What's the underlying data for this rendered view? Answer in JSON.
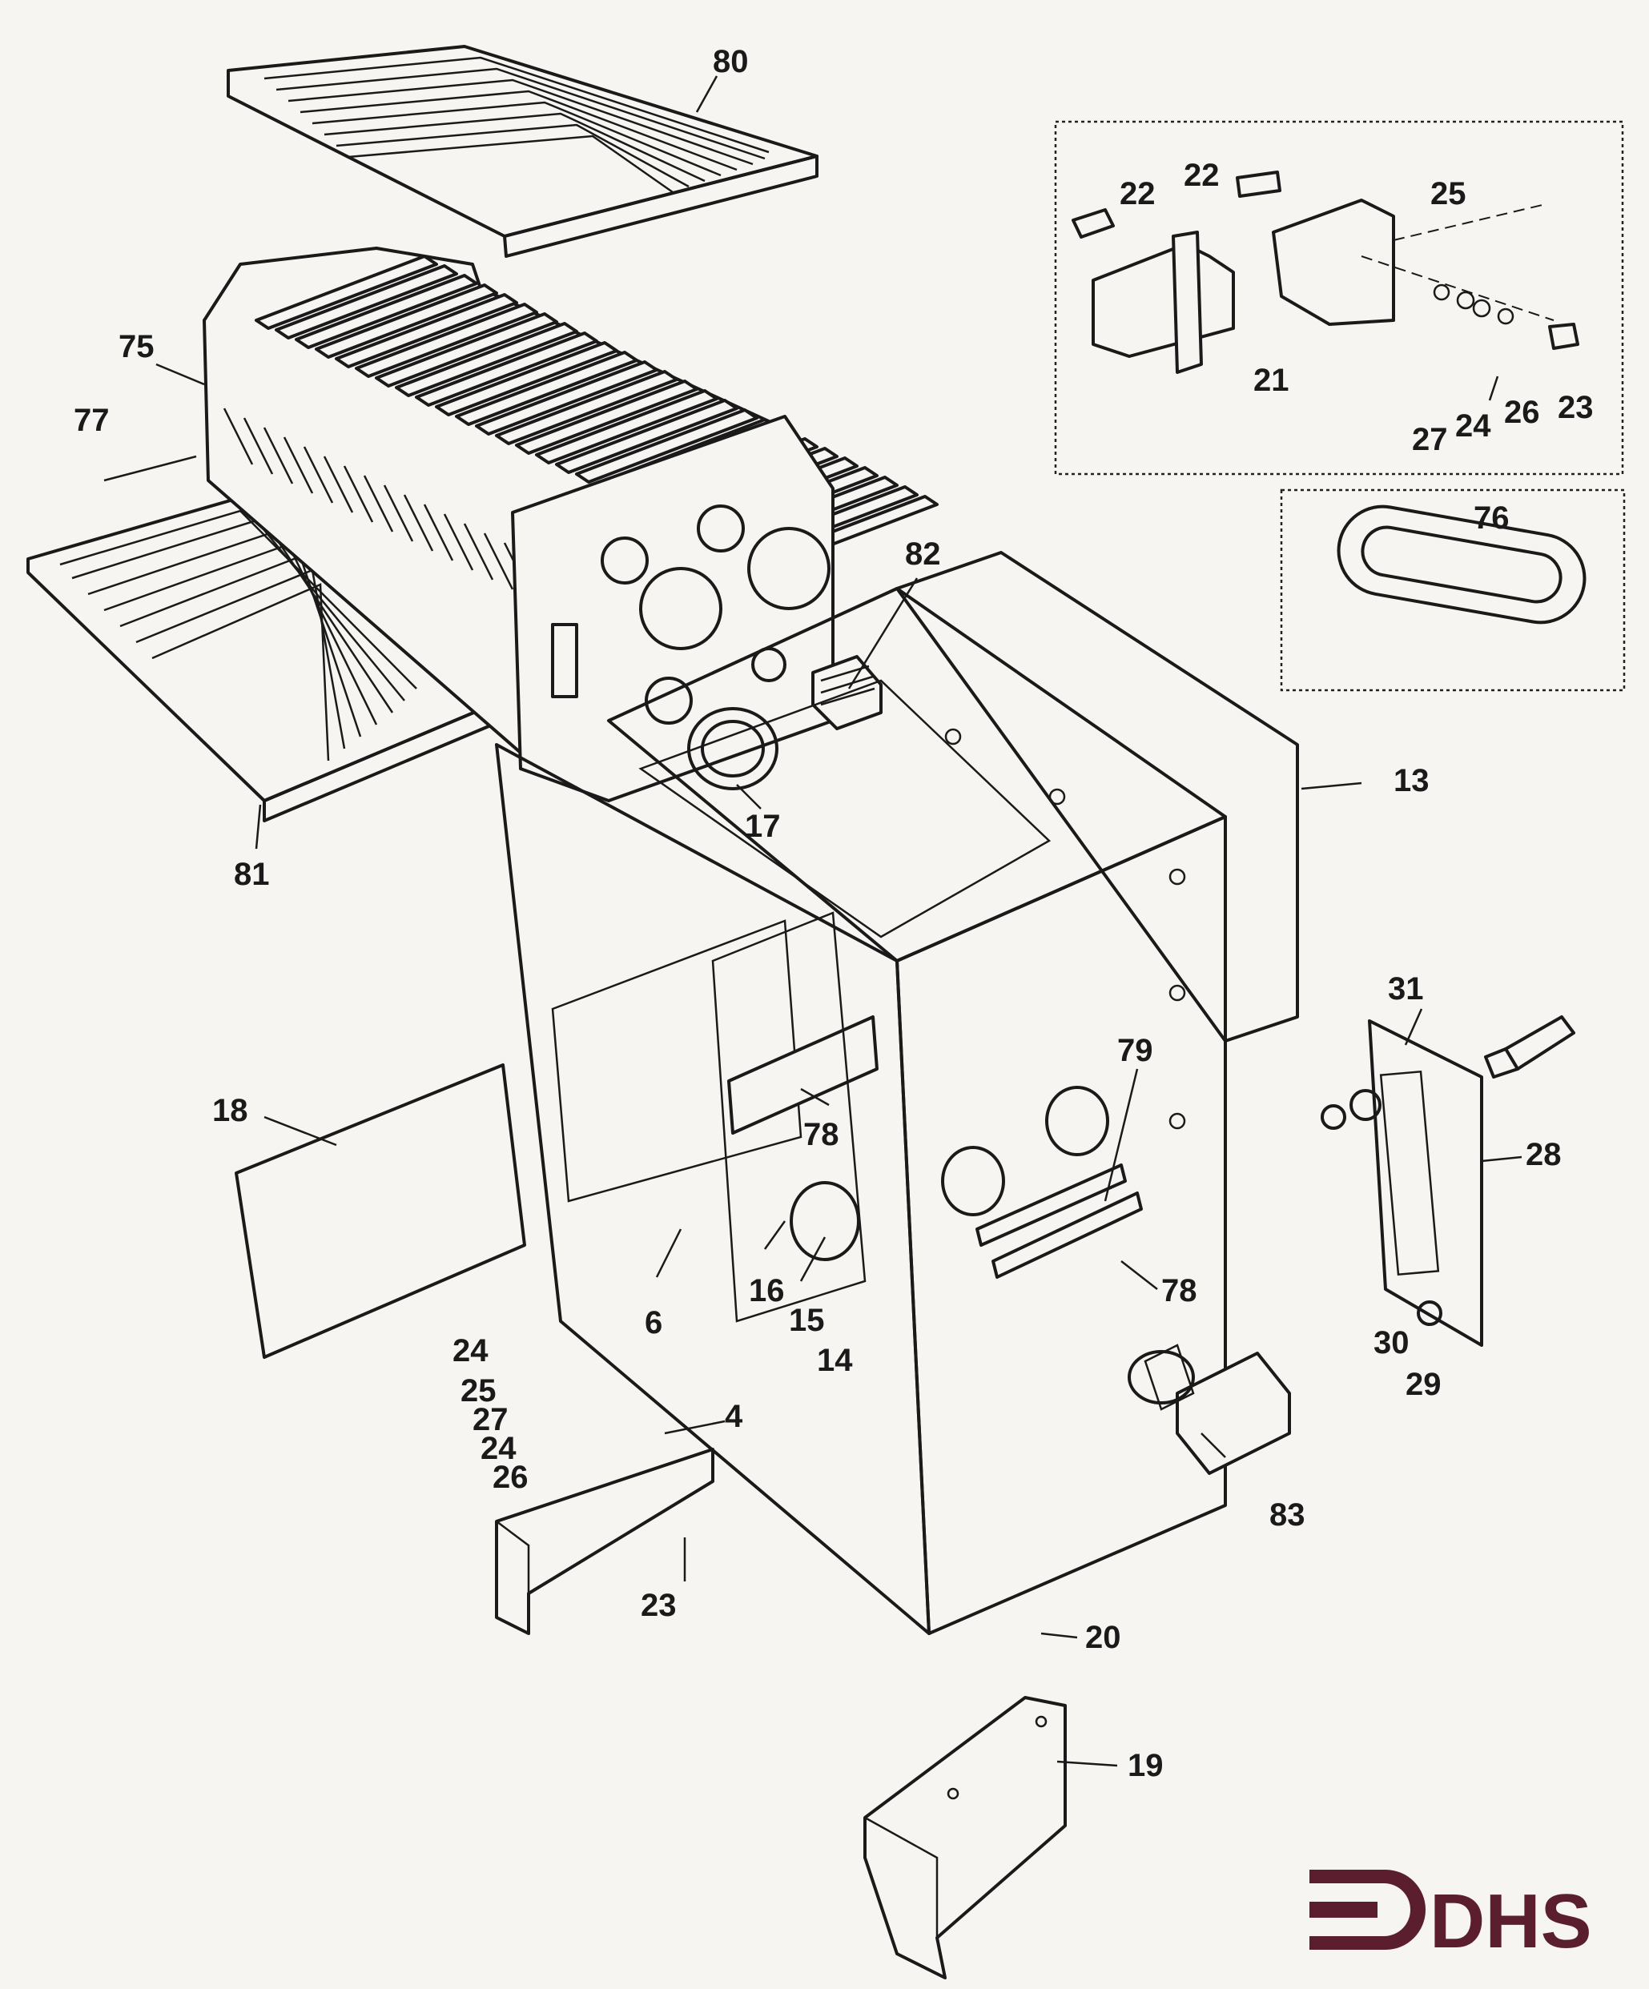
{
  "labels": {
    "p80": "80",
    "p75": "75",
    "p77": "77",
    "p81": "81",
    "p82": "82",
    "p17": "17",
    "p13": "13",
    "p18": "18",
    "p6": "6",
    "p16": "16",
    "p15": "15",
    "p14": "14",
    "p78a": "78",
    "p78b": "78",
    "p79": "79",
    "p31": "31",
    "p28": "28",
    "p30": "30",
    "p29": "29",
    "p83": "83",
    "p24a": "24",
    "p25a": "25",
    "p27a": "27",
    "p24b": "24",
    "p26a": "26",
    "p4": "4",
    "p23a": "23",
    "p20": "20",
    "p19": "19",
    "p22a": "22",
    "p22b": "22",
    "p25b": "25",
    "p21": "21",
    "p27b": "27",
    "p24c": "24",
    "p26b": "26",
    "p23b": "23",
    "p76": "76"
  },
  "logo": {
    "text": "DHS",
    "color": "#5a1e2e"
  },
  "colors": {
    "ink": "#1a1a1a",
    "paper": "#f6f5f1"
  }
}
